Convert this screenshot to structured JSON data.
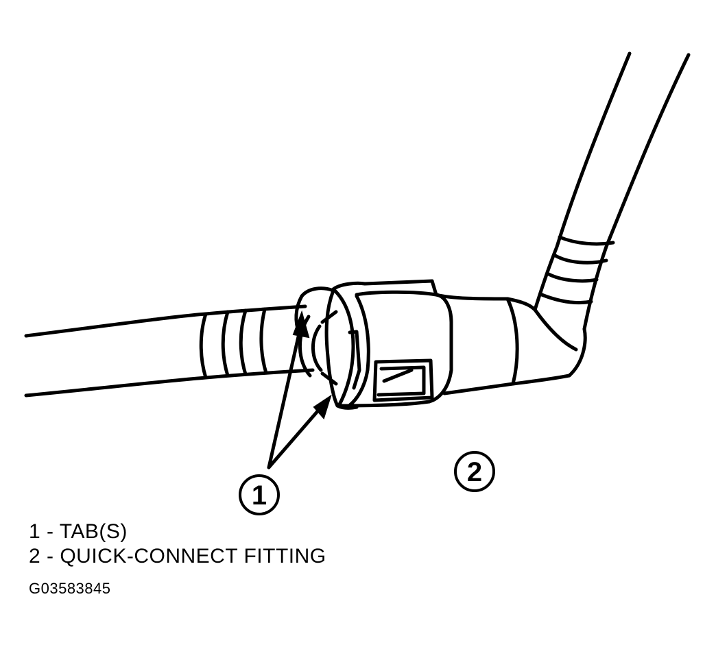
{
  "callouts": [
    {
      "number": "1",
      "label": "TAB(S)"
    },
    {
      "number": "2",
      "label": "QUICK-CONNECT FITTING"
    }
  ],
  "legend": [
    {
      "text": "1 - TAB(S)"
    },
    {
      "text": "2 - QUICK-CONNECT FITTING"
    }
  ],
  "figure_id": "G03583845",
  "colors": {
    "ink": "#000000",
    "paper": "#ffffff"
  }
}
